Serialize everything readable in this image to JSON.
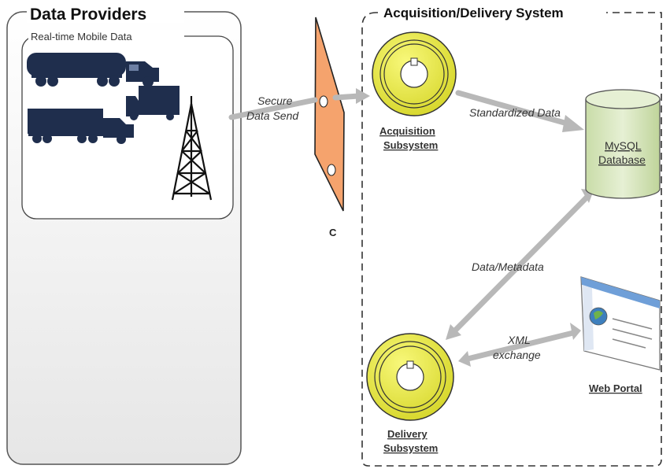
{
  "data_providers": {
    "title": "Data Providers",
    "mobile_group_label": "Real-time Mobile Data"
  },
  "system": {
    "title": "Acquisition/Delivery System"
  },
  "firewall": {
    "label": "C"
  },
  "edges": {
    "secure_send_line1": "Secure",
    "secure_send_line2": "Data Send",
    "standardized": "Standardized Data",
    "data_metadata": "Data/Metadata",
    "xml_line1": "XML",
    "xml_line2": "exchange"
  },
  "acquisition": {
    "line1": "Acquisition",
    "line2": "Subsystem"
  },
  "database": {
    "line1": "MySQL",
    "line2": "Database"
  },
  "delivery": {
    "line1": "Delivery",
    "line2": "Subsystem"
  },
  "web_portal": {
    "label": "Web Portal"
  },
  "colors": {
    "subsystem_fill": "#e8e83a",
    "database_fill": "#d9e7c1",
    "firewall_fill": "#f5a36d",
    "truck": "#1f2e4d",
    "arrow": "#b8b8b8"
  }
}
